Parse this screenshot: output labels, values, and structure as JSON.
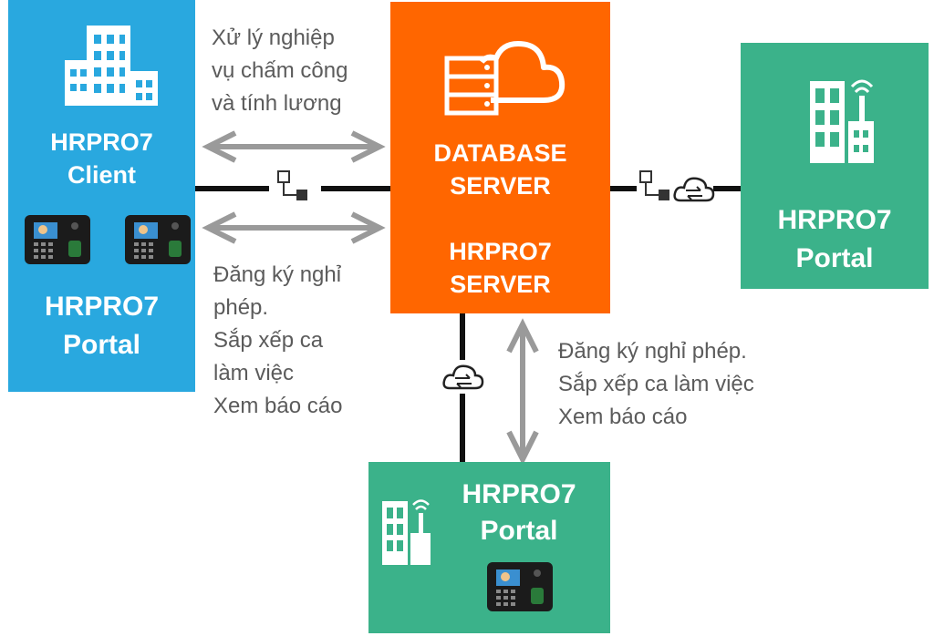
{
  "client_box": {
    "title_line1": "HRPRO7",
    "title_line2": "Client",
    "portal_line1": "HRPRO7",
    "portal_line2": "Portal",
    "color": "#29a8df"
  },
  "server_box": {
    "db_line1": "DATABASE",
    "db_line2": "SERVER",
    "srv_line1": "HRPRO7",
    "srv_line2": "SERVER",
    "color": "#ff6600"
  },
  "right_portal": {
    "line1": "HRPRO7",
    "line2": "Portal",
    "color": "#3bb28a"
  },
  "bottom_portal": {
    "line1": "HRPRO7",
    "line2": "Portal",
    "color": "#3bb28a"
  },
  "notes": {
    "top_left": [
      "Xử lý nghiệp",
      "vụ chấm công",
      "và tính lương"
    ],
    "bottom_left": [
      "Đăng ký nghỉ",
      "phép.",
      "Sắp xếp ca",
      "làm việc",
      "Xem báo cáo"
    ],
    "bottom_right": [
      "Đăng ký nghỉ phép.",
      "Sắp xếp ca làm việc",
      "Xem báo cáo"
    ]
  },
  "icons": [
    "building-icon",
    "database-cloud-icon",
    "portal-building-icon",
    "fingerprint-terminal-icon",
    "network-node-icon",
    "cloud-sync-icon"
  ],
  "colors": {
    "arrow": "#9a9a9a",
    "line": "#111111",
    "note_text": "#5b5b5b"
  }
}
